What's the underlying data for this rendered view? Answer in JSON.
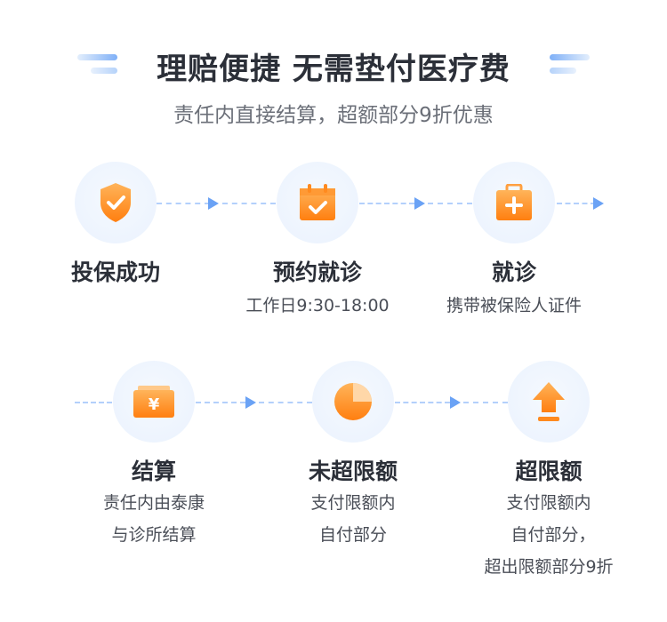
{
  "header": {
    "title": "理赔便捷 无需垫付医疗费",
    "subtitle": "责任内直接结算，超额部分9折优惠"
  },
  "steps_row1": [
    {
      "label": "投保成功",
      "icon": "shield-check-icon",
      "sub": []
    },
    {
      "label": "预约就诊",
      "icon": "calendar-check-icon",
      "sub": [
        "工作日9:30-18:00"
      ]
    },
    {
      "label": "就诊",
      "icon": "medical-kit-icon",
      "sub": [
        "携带被保险人证件"
      ]
    }
  ],
  "steps_row2": [
    {
      "label": "结算",
      "icon": "yen-wallet-icon",
      "sub": [
        "责任内由泰康",
        "与诊所结算"
      ]
    },
    {
      "label": "未超限额",
      "icon": "pie-chart-icon",
      "sub": [
        "支付限额内",
        "自付部分"
      ]
    },
    {
      "label": "超限额",
      "icon": "arrow-up-icon",
      "sub": [
        "支付限额内",
        "自付部分，",
        "超出限额部分9折"
      ]
    }
  ],
  "colors": {
    "accent": "#ff8a1f",
    "arrow": "#6aa2f5"
  }
}
